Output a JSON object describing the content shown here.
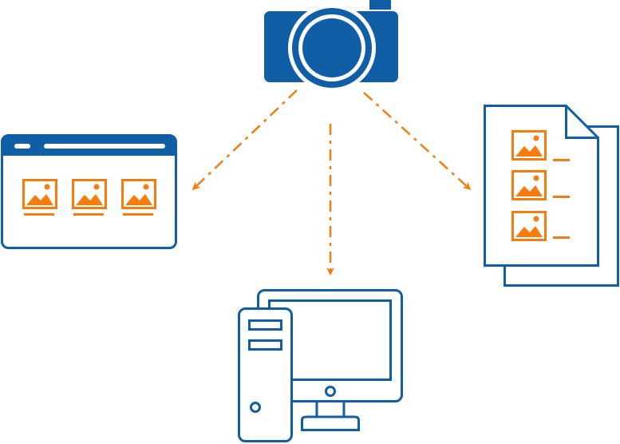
{
  "colors": {
    "primary_blue": "#0f5ea6",
    "accent_orange": "#f57c0d",
    "background": "#ffffff"
  },
  "diagram": {
    "source": {
      "icon": "camera-icon"
    },
    "targets": [
      {
        "icon": "browser-gallery-icon",
        "image_count": 3
      },
      {
        "icon": "desktop-computer-icon"
      },
      {
        "icon": "document-pages-icon",
        "image_count": 3
      }
    ],
    "connector_style": "dash-dot-arrow"
  }
}
